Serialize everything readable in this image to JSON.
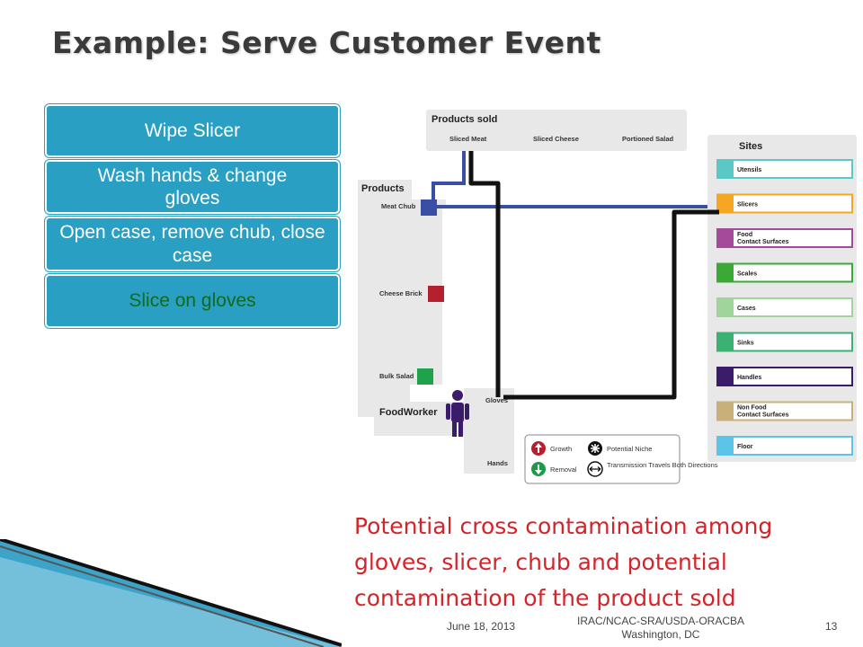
{
  "title": "Example: Serve Customer Event",
  "steps": [
    {
      "label": "Wipe Slicer"
    },
    {
      "label": "Wash hands & change gloves"
    },
    {
      "label": "Open case, remove chub, close case"
    },
    {
      "label": "Slice on gloves"
    }
  ],
  "diagram": {
    "products_sold": {
      "header": "Products sold",
      "items": [
        "Sliced Meat",
        "Sliced Cheese",
        "Portioned Salad"
      ]
    },
    "products": {
      "header": "Products",
      "items": [
        "Meat Chub",
        "Cheese Brick",
        "Bulk Salad"
      ]
    },
    "foodworker": {
      "label": "FoodWorker",
      "gloves": "Gloves",
      "hands": "Hands"
    },
    "sites": {
      "header": "Sites",
      "items": [
        {
          "label": "Utensils",
          "color": "#5bc8c8"
        },
        {
          "label": "Slicers",
          "color": "#f5a623"
        },
        {
          "label": "Food Contact Surfaces",
          "color": "#a54a9b"
        },
        {
          "label": "Scales",
          "color": "#3aaa35"
        },
        {
          "label": "Cases",
          "color": "#9fd49a"
        },
        {
          "label": "Sinks",
          "color": "#3bb273"
        },
        {
          "label": "Handles",
          "color": "#3b1c6b"
        },
        {
          "label": "Non Food Contact Surfaces",
          "color": "#c9b07a"
        },
        {
          "label": "Floor",
          "color": "#5bc4e8"
        }
      ]
    },
    "legend": {
      "growth": "Growth",
      "removal": "Removal",
      "niche": "Potential Niche",
      "transmission": "Transmission Travels Both Directions"
    },
    "colors": {
      "meat": "#3a4fa3",
      "cheese": "#b5202e",
      "salad": "#1ea34a",
      "transmission": "#111111",
      "panel": "#e8e8e8"
    }
  },
  "note": "Potential cross contamination among gloves, slicer, chub and potential contamination of the product sold",
  "footer": {
    "date": "June 18, 2013",
    "org_line1": "IRAC/NCAC-SRA/USDA-ORACBA",
    "org_line2": "Washington, DC",
    "page": "13"
  }
}
